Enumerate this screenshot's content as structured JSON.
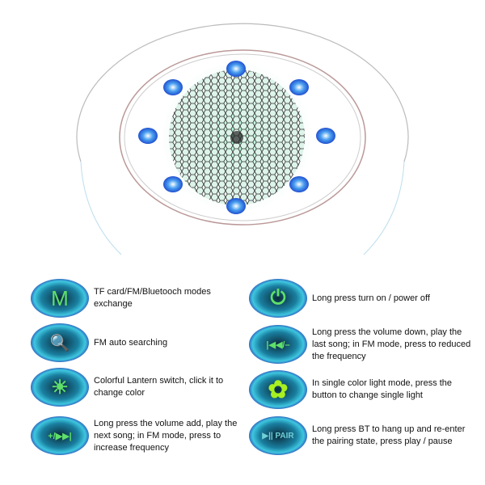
{
  "items": [
    {
      "icon": "mode-icon",
      "glyph": "M",
      "text": "TF card/FM/Bluetooch modes exchange"
    },
    {
      "icon": "search-icon",
      "glyph": "🔍",
      "text": "FM auto searching"
    },
    {
      "icon": "sun-icon",
      "glyph": "☀",
      "text": "Colorful Lantern switch, click it to change color"
    },
    {
      "icon": "volume-up-next-icon",
      "glyph": "+/▶▶|",
      "text": "Long press the volume add, play the next song; in FM mode, press to increase frequency"
    },
    {
      "icon": "power-icon",
      "glyph": "⏻",
      "text": "Long press turn on / power off"
    },
    {
      "icon": "volume-down-prev-icon",
      "glyph": "|◀◀/–",
      "text": "Long press the volume down, play the last song; in FM mode, press to reduced the frequency"
    },
    {
      "icon": "flower-icon",
      "glyph": "✿",
      "text": "In single color light mode, press the button to change single light"
    },
    {
      "icon": "play-pause-pair-icon",
      "glyph": "▶|| PAIR",
      "text": "Long press BT to hang up and re-enter the pairing state, press play / pause"
    }
  ]
}
